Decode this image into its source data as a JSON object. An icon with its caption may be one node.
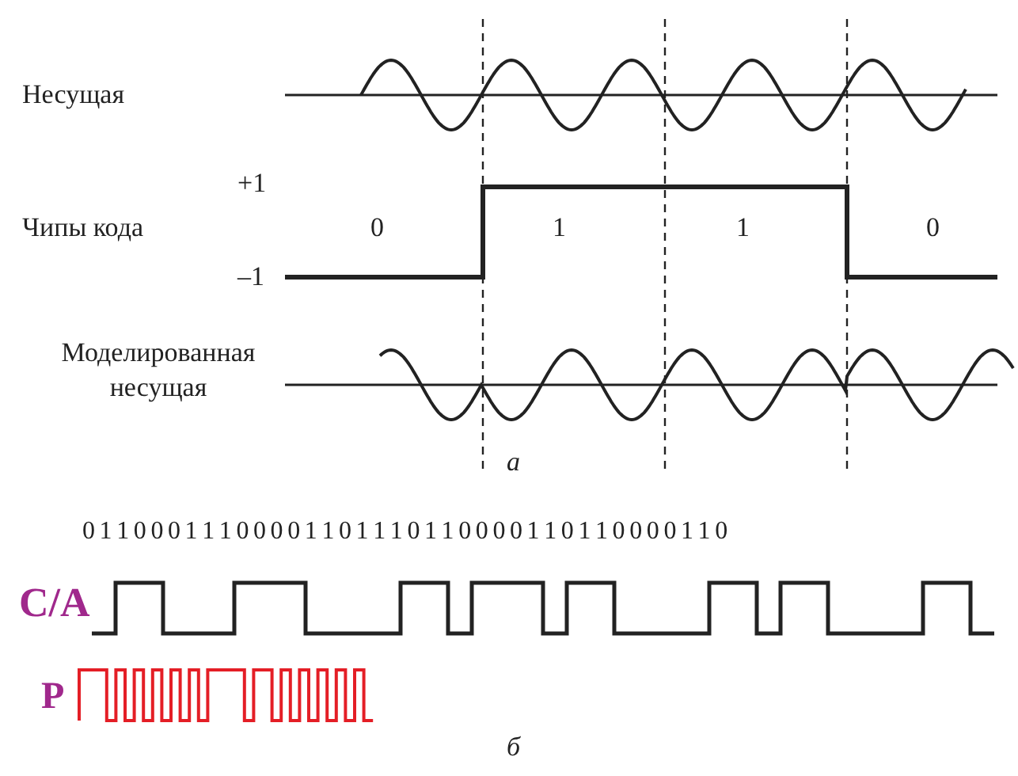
{
  "diagram": {
    "labels": [
      "Несущая",
      "+1",
      "Чипы кода",
      "0",
      "1",
      "1",
      "0",
      "–1",
      "Моделированная несущая",
      "а",
      "0 1 1 0 0 0 1 1 1 0 0 0 0 1 1 0 1 1 1 0 1 1 0 0 0 0 1 1 0 1 1 0 0 0 0 1 1 0",
      "C/A",
      "P",
      "б"
    ]
  }
}
